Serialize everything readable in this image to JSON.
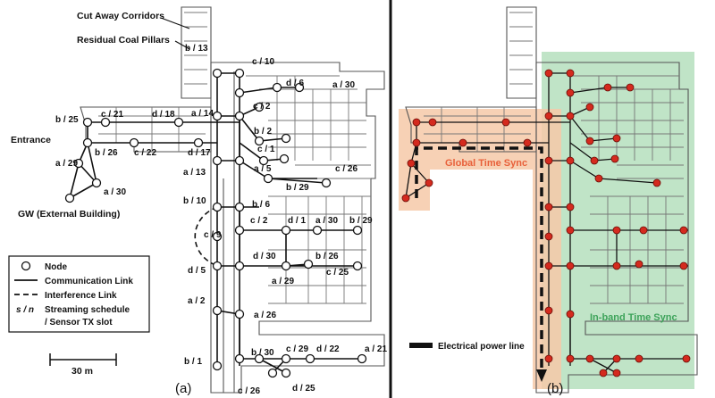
{
  "panel_a": {
    "tag": "(a)",
    "annotations": {
      "corridors": "Cut Away Corridors",
      "pillars": "Residual Coal Pillars",
      "entrance": "Entrance",
      "gateway": "GW (External Building)"
    },
    "node_labels": {
      "b13": "b / 13",
      "c10": "c / 10",
      "d6": "d / 6",
      "a30_top": "a / 30",
      "c21": "c / 21",
      "d18": "d / 18",
      "a14": "a / 14",
      "b25": "b / 25",
      "c2_top": "c / 2",
      "b2": "b / 2",
      "b26_left": "b / 26",
      "c22": "c / 22",
      "d17": "d / 17",
      "c1": "c / 1",
      "a29_left": "a / 29",
      "a13": "a / 13",
      "a5": "a / 5",
      "c26_right": "c / 26",
      "b29_mid": "b / 29",
      "a30_left": "a / 30",
      "b10": "b / 10",
      "b6": "b / 6",
      "c2_mid": "c / 2",
      "d1": "d / 1",
      "a30_mid": "a / 30",
      "b29_right": "b / 29",
      "c9": "c / 9",
      "d30": "d / 30",
      "b26_mid": "b / 26",
      "d5": "d / 5",
      "c25": "c / 25",
      "a29_mid": "a / 29",
      "a2": "a / 2",
      "a26": "a / 26",
      "b30": "b / 30",
      "c29": "c / 29",
      "d22": "d / 22",
      "a21": "a / 21",
      "b1": "b / 1",
      "c26_bottom": "c / 26",
      "d25": "d / 25"
    },
    "legend": {
      "node": "Node",
      "link": "Communication Link",
      "interference": "Interference Link",
      "schedule_symbol": "s / n",
      "schedule_line1": "Streaming schedule",
      "schedule_line2": "/ Sensor TX slot"
    },
    "scale_label": "30 m"
  },
  "panel_b": {
    "tag": "(b)",
    "global_label": "Global Time Sync",
    "inband_label": "In-band Time Sync",
    "power_label": "Electrical power line"
  },
  "colors": {
    "global_region": "#f6c9a8",
    "global_text": "#e8603a",
    "inband_region": "#b5dfbd",
    "inband_text": "#3da35a",
    "node_b": "#d42a1e",
    "divider": "#111111"
  },
  "icons": {
    "node": "circle-node-icon",
    "scale": "scale-bar-icon",
    "power": "power-line-icon"
  }
}
